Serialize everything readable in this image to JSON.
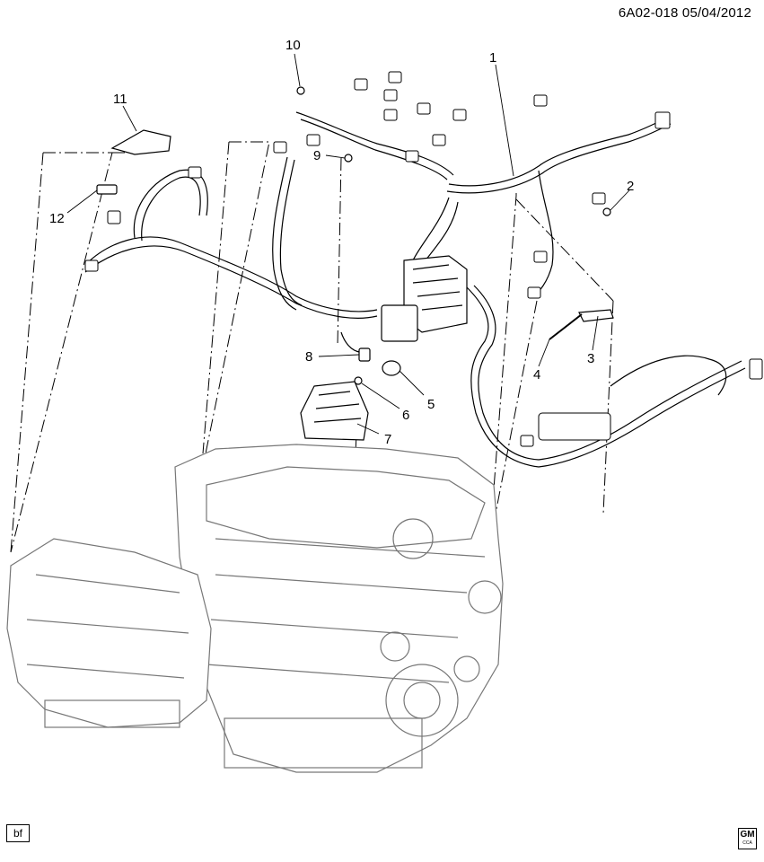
{
  "header": {
    "code": "6A02-018",
    "date": "05/04/2012"
  },
  "callouts": [
    {
      "id": "1",
      "label": "1"
    },
    {
      "id": "2",
      "label": "2"
    },
    {
      "id": "3",
      "label": "3"
    },
    {
      "id": "4",
      "label": "4"
    },
    {
      "id": "5",
      "label": "5"
    },
    {
      "id": "6",
      "label": "6"
    },
    {
      "id": "7",
      "label": "7"
    },
    {
      "id": "8",
      "label": "8"
    },
    {
      "id": "9",
      "label": "9"
    },
    {
      "id": "10",
      "label": "10"
    },
    {
      "id": "11",
      "label": "11"
    },
    {
      "id": "12",
      "label": "12"
    }
  ],
  "footer": {
    "tag": "bf",
    "logo_text": "GM",
    "logo_subtext": "CCA"
  }
}
